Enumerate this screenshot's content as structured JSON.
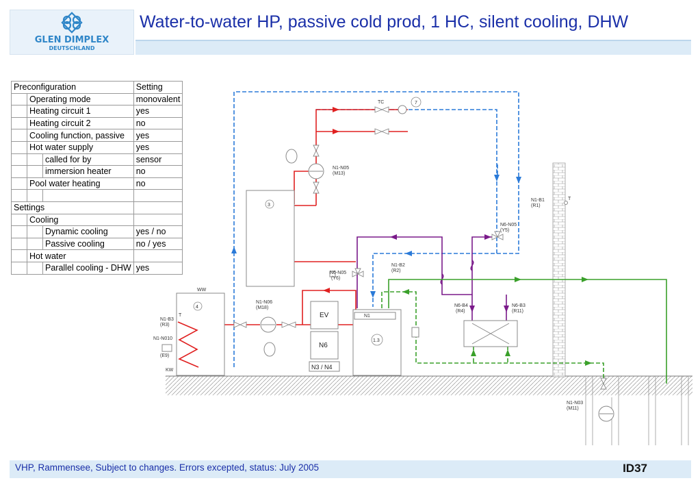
{
  "logo": {
    "brand": "GLEN DIMPLEX",
    "sub": "DEUTSCHLAND"
  },
  "title": "Water-to-water HP, passive cold prod, 1 HC, silent cooling, DHW",
  "config_table": {
    "header": {
      "name": "Preconfiguration",
      "value": "Setting"
    },
    "rows": [
      {
        "level": 1,
        "name": "Operating mode",
        "value": "monovalent"
      },
      {
        "level": 1,
        "name": "Heating circuit 1",
        "value": "yes"
      },
      {
        "level": 1,
        "name": "Heating circuit 2",
        "value": "no"
      },
      {
        "level": 1,
        "name": "Cooling function, passive",
        "value": "yes"
      },
      {
        "level": 1,
        "name": "Hot water supply",
        "value": "yes"
      },
      {
        "level": 2,
        "name": "called for by",
        "value": "sensor"
      },
      {
        "level": 2,
        "name": "immersion heater",
        "value": "no"
      },
      {
        "level": 1,
        "name": "Pool water heating",
        "value": "no"
      },
      {
        "level": -1,
        "name": "",
        "value": ""
      },
      {
        "level": 0,
        "name": "Settings",
        "value": ""
      },
      {
        "level": 1,
        "name": "Cooling",
        "value": ""
      },
      {
        "level": 2,
        "name": "Dynamic cooling",
        "value": "yes / no"
      },
      {
        "level": 2,
        "name": "Passive cooling",
        "value": "no / yes"
      },
      {
        "level": 1,
        "name": "Hot water",
        "value": ""
      },
      {
        "level": 2,
        "name": "Parallel cooling - DHW",
        "value": "yes"
      }
    ]
  },
  "diagram": {
    "labels": {
      "tc": "TC",
      "c7": "7",
      "n1n05": "N1-N05",
      "m13": "(M13)",
      "c3": "3",
      "n1b1": "N1-B1",
      "r1": "(R1)",
      "t1": "T",
      "n6n05a": "N6-N05",
      "y5": "(Y5)",
      "n1b2": "N1-B2",
      "r2": "(R2)",
      "n6n05b": "N6-N05",
      "y6": "(Y6)",
      "ww": "WW",
      "c4": "4",
      "t2": "T",
      "n1b3": "N1-B3",
      "r3": "(R3)",
      "n1n010": "N1-N010",
      "e9": "(E9)",
      "kw": "KW",
      "n1n06": "N1-N06",
      "m18": "(M18)",
      "ev": "EV",
      "n1": "N1",
      "n6": "N6",
      "n3n4": "N3 / N4",
      "c13": "1.3",
      "n6b4": "N6-B4",
      "r4": "(R4)",
      "n6b3": "N6-B3",
      "r11": "(R11)",
      "n1n03": "N1-N03",
      "m11": "(M11)"
    },
    "colors": {
      "red": "#e02020",
      "blue": "#2a7ad8",
      "purple": "#7a1a8a",
      "green": "#3aa02a",
      "gray": "#888888"
    }
  },
  "footer": {
    "text": "VHP, Rammensee, Subject to changes. Errors excepted, status: July 2005",
    "id": "ID37"
  }
}
